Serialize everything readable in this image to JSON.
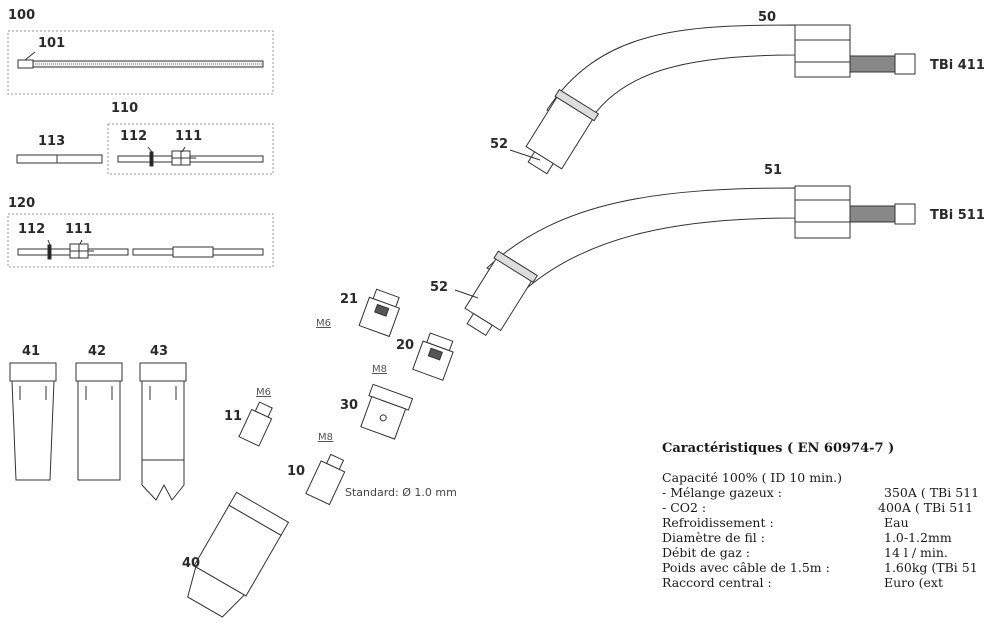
{
  "labels": {
    "l100": "100",
    "l101": "101",
    "l110": "110",
    "l113": "113",
    "l112a": "112",
    "l111a": "111",
    "l120": "120",
    "l112b": "112",
    "l111b": "111",
    "l50": "50",
    "l51": "51",
    "l52a": "52",
    "l52b": "52",
    "tbi411": "TBi 411",
    "tbi511": "TBi 511",
    "l21": "21",
    "l20": "20",
    "l30": "30",
    "l11": "11",
    "l10": "10",
    "l40": "40",
    "l41": "41",
    "l42": "42",
    "l43": "43",
    "m6a": "M6",
    "m6b": "M6",
    "m8a": "M8",
    "m8b": "M8",
    "standard": "Standard: Ø 1.0 mm"
  },
  "specs": {
    "title": "Caractéristiques ( EN 60974-7 )",
    "rows": [
      {
        "k": "Capacité 100% ( ID 10 min.)",
        "v": ""
      },
      {
        "k": "- Mélange gazeux :",
        "v": "350A ( TBi 511"
      },
      {
        "k": "- CO2 :",
        "v": "400A ( TBi 511"
      },
      {
        "k": "Refroidissement :",
        "v": "Eau"
      },
      {
        "k": "Diamètre de fil :",
        "v": "1.0-1.2mm"
      },
      {
        "k": "Débit de gaz :",
        "v": "14 l / min."
      },
      {
        "k": "Poids avec câble de 1.5m :",
        "v": "1.60kg (TBi 51"
      },
      {
        "k": "Raccord central :",
        "v": "Euro (ext"
      }
    ]
  }
}
